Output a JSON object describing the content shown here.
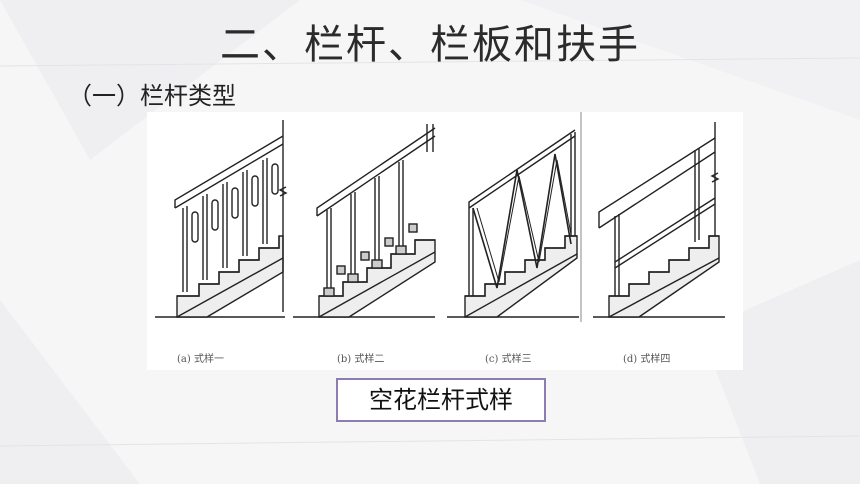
{
  "slide": {
    "title": "二、栏杆、栏板和扶手",
    "subtitle": "（一）栏杆类型"
  },
  "figure": {
    "captions": [
      "(a) 式样一",
      "(b) 式样二",
      "(c) 式样三",
      "(d) 式样四"
    ]
  },
  "caption_box": {
    "label": "空花栏杆式样"
  },
  "colors": {
    "box_border": "#8c7fb0",
    "line": "#222222"
  }
}
